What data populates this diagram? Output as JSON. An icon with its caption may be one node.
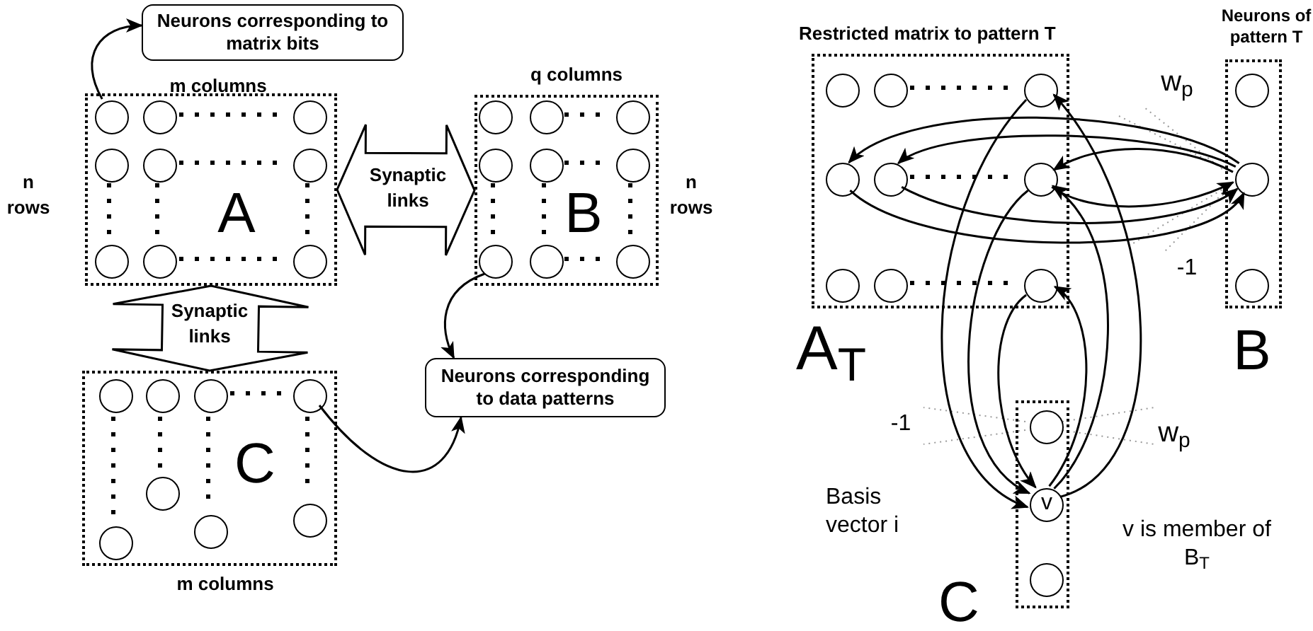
{
  "diagram": {
    "nodes": [
      {
        "text": [
          "Neurons corresponding to matrix bits"
        ]
      },
      {
        "text": [
          "A"
        ],
        "beside": [
          "m columns",
          "n rows"
        ]
      },
      {
        "text": [],
        "shape": "circle",
        "in": 1
      },
      {
        "text": [],
        "shape": "circle",
        "in": 1
      },
      {
        "text": [],
        "shape": "circle",
        "in": 1
      },
      {
        "text": [],
        "shape": "circle",
        "in": 1
      },
      {
        "text": [],
        "shape": "circle",
        "in": 1
      },
      {
        "text": [],
        "shape": "circle",
        "in": 1
      },
      {
        "text": [],
        "shape": "circle",
        "in": 1
      },
      {
        "text": [],
        "shape": "circle",
        "in": 1
      },
      {
        "text": [],
        "shape": "circle",
        "in": 1
      },
      {
        "text": [
          "B"
        ],
        "beside": [
          "q columns",
          "n rows"
        ]
      },
      {
        "text": [],
        "shape": "circle",
        "in": 11
      },
      {
        "text": [],
        "shape": "circle",
        "in": 11
      },
      {
        "text": [],
        "shape": "circle",
        "in": 11
      },
      {
        "text": [],
        "shape": "circle",
        "in": 11
      },
      {
        "text": [],
        "shape": "circle",
        "in": 11
      },
      {
        "text": [],
        "shape": "circle",
        "in": 11
      },
      {
        "text": [],
        "shape": "circle",
        "in": 11
      },
      {
        "text": [],
        "shape": "circle",
        "in": 11
      },
      {
        "text": [],
        "shape": "circle",
        "in": 11
      },
      {
        "text": [
          "C"
        ],
        "beside": [
          "m columns"
        ]
      },
      {
        "text": [],
        "shape": "circle",
        "in": 21
      },
      {
        "text": [],
        "shape": "circle",
        "in": 21
      },
      {
        "text": [],
        "shape": "circle",
        "in": 21
      },
      {
        "text": [],
        "shape": "circle",
        "in": 21
      },
      {
        "text": [],
        "shape": "circle",
        "in": 21
      },
      {
        "text": [],
        "shape": "circle",
        "in": 21
      },
      {
        "text": [],
        "shape": "circle",
        "in": 21
      },
      {
        "text": [],
        "shape": "circle",
        "in": 21
      },
      {
        "text": [
          "Neurons corresponding to data patterns"
        ]
      },
      {
        "text": [
          "Restricted matrix to pattern T",
          "A$_{T}$"
        ]
      },
      {
        "text": [],
        "shape": "circle",
        "in": 31
      },
      {
        "text": [],
        "shape": "circle",
        "in": 31
      },
      {
        "text": [],
        "shape": "circle",
        "in": 31
      },
      {
        "text": [],
        "shape": "circle",
        "in": 31
      },
      {
        "text": [],
        "shape": "circle",
        "in": 31
      },
      {
        "text": [],
        "shape": "circle",
        "in": 31
      },
      {
        "text": [],
        "shape": "circle",
        "in": 31
      },
      {
        "text": [],
        "shape": "circle",
        "in": 31
      },
      {
        "text": [],
        "shape": "circle",
        "in": 31
      },
      {
        "text": [
          "Neurons of pattern T",
          "B"
        ]
      },
      {
        "text": [],
        "shape": "circle",
        "in": 41
      },
      {
        "text": [],
        "shape": "circle",
        "in": 41
      },
      {
        "text": [],
        "shape": "circle",
        "in": 41
      },
      {
        "text": [
          "C"
        ]
      },
      {
        "text": [],
        "shape": "circle",
        "in": 45
      },
      {
        "text": [
          "v"
        ],
        "in": 45
      },
      {
        "text": [],
        "shape": "circle",
        "in": 45
      }
    ],
    "edges": [
      {
        "from": 2,
        "to": 0,
        "arrow": "to"
      },
      {
        "from": 1,
        "to": 11,
        "arrow": "both",
        "label": "Synaptic links"
      },
      {
        "from": 1,
        "to": 21,
        "arrow": "both",
        "label": "Synaptic links"
      },
      {
        "from": 18,
        "to": 30,
        "arrow": "to"
      },
      {
        "from": 25,
        "to": 30,
        "arrow": "to"
      },
      {
        "from": 43,
        "to": 35,
        "arrow": "to"
      },
      {
        "from": 43,
        "to": 36,
        "arrow": "to"
      },
      {
        "from": 43,
        "to": 37,
        "arrow": "to"
      },
      {
        "from": 37,
        "to": 43,
        "arrow": "to"
      },
      {
        "from": 36,
        "to": 43,
        "arrow": "to"
      },
      {
        "from": 35,
        "to": 43,
        "arrow": "to"
      },
      {
        "from": 34,
        "to": 47,
        "arrow": "to"
      },
      {
        "from": 47,
        "to": 34,
        "arrow": "to"
      },
      {
        "from": 37,
        "to": 47,
        "arrow": "to"
      },
      {
        "from": 47,
        "to": 37,
        "arrow": "to"
      },
      {
        "from": 40,
        "to": 47,
        "arrow": "to"
      },
      {
        "from": 47,
        "to": 40,
        "arrow": "to"
      }
    ],
    "labels": [
      "w$_{p}$",
      "-1",
      "-1",
      "w$_{p}$",
      "Basis vector i",
      "v is member of B$_{T}$"
    ]
  }
}
